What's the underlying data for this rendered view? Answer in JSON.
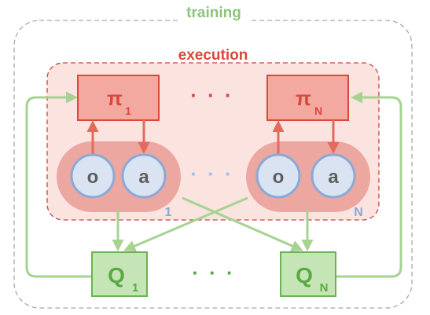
{
  "training": {
    "label": "training"
  },
  "execution": {
    "label": "execution"
  },
  "policies": {
    "first": {
      "symbol": "π",
      "subscript": "1"
    },
    "last": {
      "symbol": "π",
      "subscript": "N"
    },
    "ellipsis": "· · ·"
  },
  "agents": {
    "observation_label": "o",
    "action_label": "a",
    "first_index": "1",
    "last_index": "N",
    "ellipsis": "· · ·"
  },
  "critics": {
    "first": {
      "symbol": "Q",
      "subscript": "1"
    },
    "last": {
      "symbol": "Q",
      "subscript": "N"
    },
    "ellipsis": "· · ·"
  },
  "colors": {
    "training": "#8cc47a",
    "execution": "#d9483b",
    "policy_fill": "#f4a9a0",
    "agent_group": "#eba7a0",
    "node_fill": "#d9e3f2",
    "node_stroke": "#8aa9d6",
    "critic_fill": "#c6e5b7",
    "critic_stroke": "#6bb354",
    "green_arrow": "#a6d391",
    "red_arrow": "#e46a5c"
  }
}
